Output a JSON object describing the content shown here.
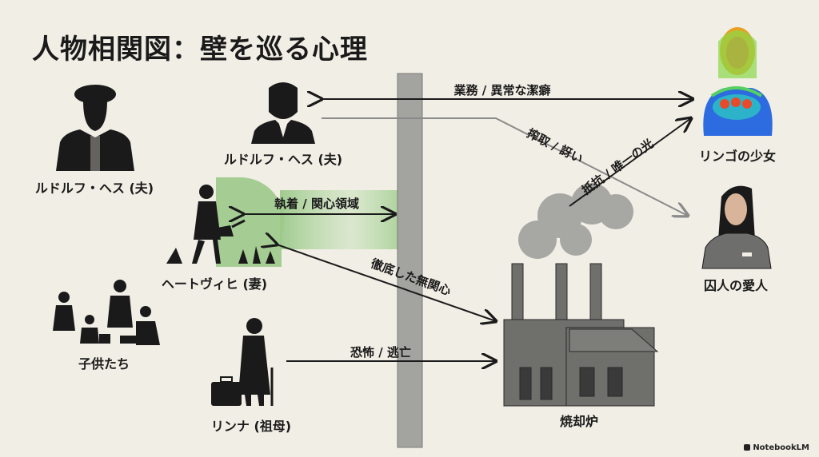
{
  "title": "人物相関図：壁を巡る心理",
  "characters": {
    "rudolf_uniform": "ルドルフ・ヘス (夫)",
    "rudolf_suit": "ルドルフ・ヘス (夫)",
    "hedwig": "ヘートヴィヒ (妻)",
    "children": "子供たち",
    "linna": "リンナ (祖母)",
    "apple_girl": "リンゴの少女",
    "lover": "囚人の愛人",
    "incinerator": "焼却炉"
  },
  "relations": {
    "work": "業務 / 異常な潔癖",
    "exploit": "搾取 / 訝い",
    "resist": "抵抗 / 唯一の光",
    "obsess": "執着 / 関心領域",
    "indiff": "徹底した無関心",
    "fear": "恐怖 / 逃亡"
  },
  "brand": "NotebookLM",
  "colors": {
    "background": "#f1eee5",
    "wall": "#a3a39f",
    "garden": "#9cc98a",
    "arrow": "#1a1a1a",
    "arrow_gray": "#8a8a8a"
  }
}
